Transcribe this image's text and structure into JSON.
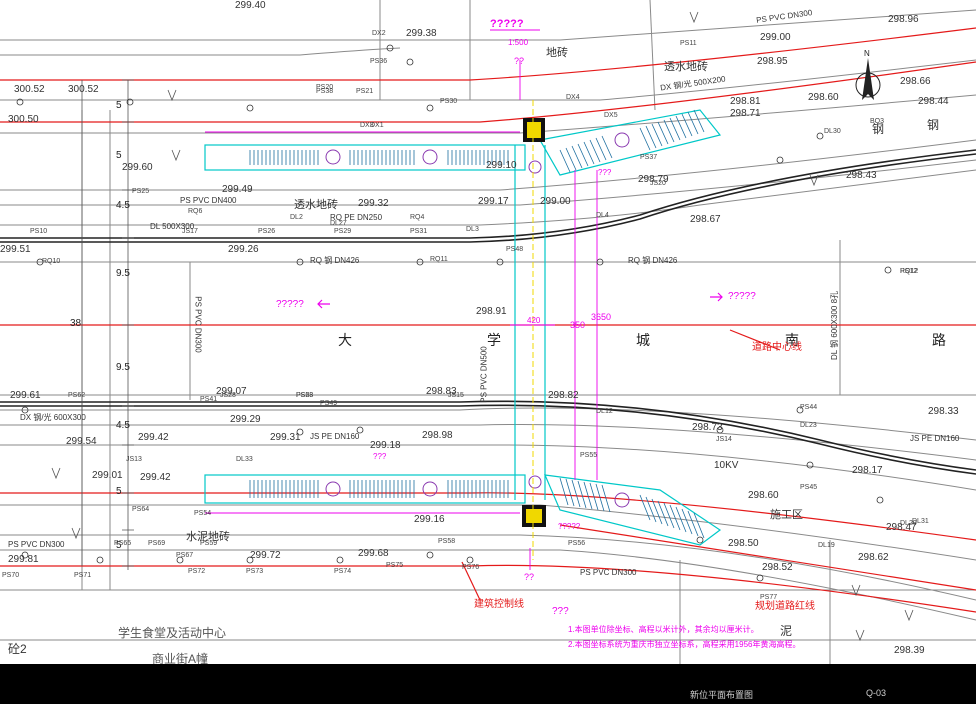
{
  "drawing": {
    "top_title": "?????",
    "scale": "1:500",
    "top_arrow_label": "??",
    "bottom_arrow_label": "??",
    "bottom_mark": "???",
    "bottom_stair_label": "?????",
    "left_magenta_label": "?????",
    "right_magenta_label": "?????",
    "top_pink_marker": "???",
    "bottom_pink_marker": "???",
    "road_chars": [
      "大",
      "学",
      "城",
      "南",
      "路"
    ],
    "road_centerline_label": "道路中心线",
    "building_control_line": "建筑控制线",
    "road_red_line": "规划道路红线",
    "dimensions": {
      "d38": "38",
      "d95a": "9.5",
      "d95b": "9.5",
      "d45a": "4.5",
      "d45b": "4.5",
      "d5a": "5",
      "d5b": "5",
      "d5c": "5",
      "d5d": "5",
      "w420": "420",
      "w350": "350",
      "w3650": "3650"
    },
    "surfaces": {
      "top_brick": "透水地砖",
      "top_brick2": "透水地砖",
      "top_brick3": "地砖",
      "bottom_cement": "水泥地砖",
      "construction": "施工区"
    },
    "buildings": {
      "student_center": "学生食堂及活动中心",
      "commercial": "商业街A幢",
      "annex": "砼2",
      "steel1": "钢",
      "steel2": "钢",
      "mud": "泥"
    },
    "notes": [
      "1.本图单位除坐标、高程以米计外，其余均以厘米计。",
      "2.本图坐标系统为重庆市独立坐标系，高程采用1956年黄海高程。"
    ],
    "title_block": {
      "name": "新位平面布置图",
      "code": "Q-03"
    },
    "elevations": [
      "299.40",
      "298.96",
      "299.38",
      "299.00",
      "298.95",
      "298.66",
      "300.52",
      "300.52",
      "300.50",
      "298.81",
      "298.60",
      "298.44",
      "298.71",
      "299.60",
      "299.49",
      "299.10",
      "298.79",
      "298.43",
      "299.32",
      "299.17",
      "299.00",
      "298.67",
      "299.51",
      "299.26",
      "298.91",
      "299.07",
      "298.83",
      "298.82",
      "299.61",
      "299.29",
      "298.73",
      "298.33",
      "299.42",
      "299.31",
      "298.98",
      "299.18",
      "299.54",
      "298.17",
      "299.01",
      "298.60",
      "299.42",
      "298.47",
      "299.81",
      "299.72",
      "299.68",
      "299.16",
      "298.50",
      "298.62",
      "298.52",
      "298.39"
    ],
    "utilities": {
      "ps_pvc_dn300": "PS PVC DN300",
      "ps_pvc_dn400": "PS PVC DN400",
      "rq_pe_dn250": "RQ PE DN250",
      "rq_steel_dn426": "RQ 钢 DN426",
      "dl_500x300": "DL 500X300",
      "dx_steel_600x300": "DX 钢/光 600X300",
      "js_pe_dn160": "JS PE DN160",
      "dx_500x200": "DX 钢/光 500X200",
      "kv10": "10KV",
      "dn300v": "PS PVC DN300",
      "dn500v": "PS PVC DN500",
      "dl_600x300": "DL 钢 600X300 8孔"
    },
    "points": [
      "PS10",
      "PS11",
      "PS12",
      "PS20",
      "PS21",
      "PS25",
      "PS26",
      "PS28",
      "PS29",
      "PS30",
      "PS31",
      "PS36",
      "PS37",
      "PS38",
      "PS41",
      "PS44",
      "PS45",
      "PS48",
      "PS49",
      "PS53",
      "PS54",
      "PS55",
      "PS56",
      "PS58",
      "PS59",
      "PS62",
      "PS64",
      "PS65",
      "PS67",
      "PS69",
      "PS70",
      "PS71",
      "PS72",
      "PS73",
      "PS74",
      "PS75",
      "PS76",
      "PS77",
      "RQ4",
      "RQ10",
      "RQ11",
      "RQ12",
      "DX1",
      "DX2",
      "DX3",
      "DX4",
      "DX5",
      "DL2",
      "DL3",
      "DL4",
      "DL12",
      "DL19",
      "DL20",
      "DL23",
      "DL30",
      "DL31",
      "DL33",
      "JS13",
      "JS14",
      "JS15",
      "JS20",
      "RQ6",
      "BQ3",
      "DL27",
      "JS17",
      "JS28"
    ]
  },
  "colors": {
    "red": "#e41a1a",
    "magenta": "#ee00ee",
    "cyan": "#00c8c8",
    "green": "#1e8f1e",
    "gray": "#7a7a7a",
    "dark": "#222222",
    "yellow": "#f0d800"
  }
}
